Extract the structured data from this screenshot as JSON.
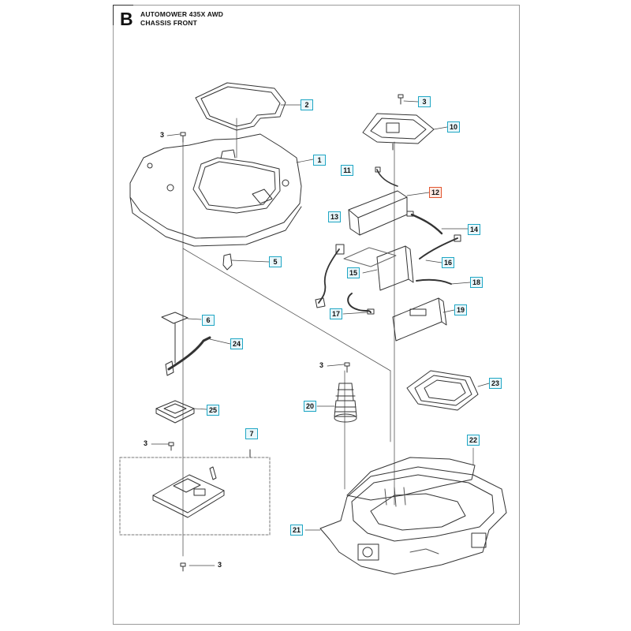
{
  "header": {
    "section": "B",
    "title_line1": "AUTOMOWER 435X AWD",
    "title_line2": "CHASSIS FRONT"
  },
  "colors": {
    "callout_border": "#1fa6c4",
    "callout_fill": "#e9f7fb",
    "highlight_border": "#e2552f",
    "highlight_fill": "#fdeae3"
  },
  "callouts": [
    {
      "label": "2",
      "highlight": false
    },
    {
      "label": "1",
      "highlight": false
    },
    {
      "label": "5",
      "highlight": false
    },
    {
      "label": "6",
      "highlight": false
    },
    {
      "label": "24",
      "highlight": false
    },
    {
      "label": "25",
      "highlight": false
    },
    {
      "label": "7",
      "highlight": false
    },
    {
      "label": "3",
      "highlight": false
    },
    {
      "label": "10",
      "highlight": false
    },
    {
      "label": "11",
      "highlight": false
    },
    {
      "label": "12",
      "highlight": true
    },
    {
      "label": "13",
      "highlight": false
    },
    {
      "label": "14",
      "highlight": false
    },
    {
      "label": "16",
      "highlight": false
    },
    {
      "label": "15",
      "highlight": false
    },
    {
      "label": "18",
      "highlight": false
    },
    {
      "label": "17",
      "highlight": false
    },
    {
      "label": "19",
      "highlight": false
    },
    {
      "label": "23",
      "highlight": false
    },
    {
      "label": "20",
      "highlight": false
    },
    {
      "label": "22",
      "highlight": false
    },
    {
      "label": "21",
      "highlight": false
    }
  ],
  "plain_labels": [
    "3",
    "3",
    "3",
    "3"
  ]
}
